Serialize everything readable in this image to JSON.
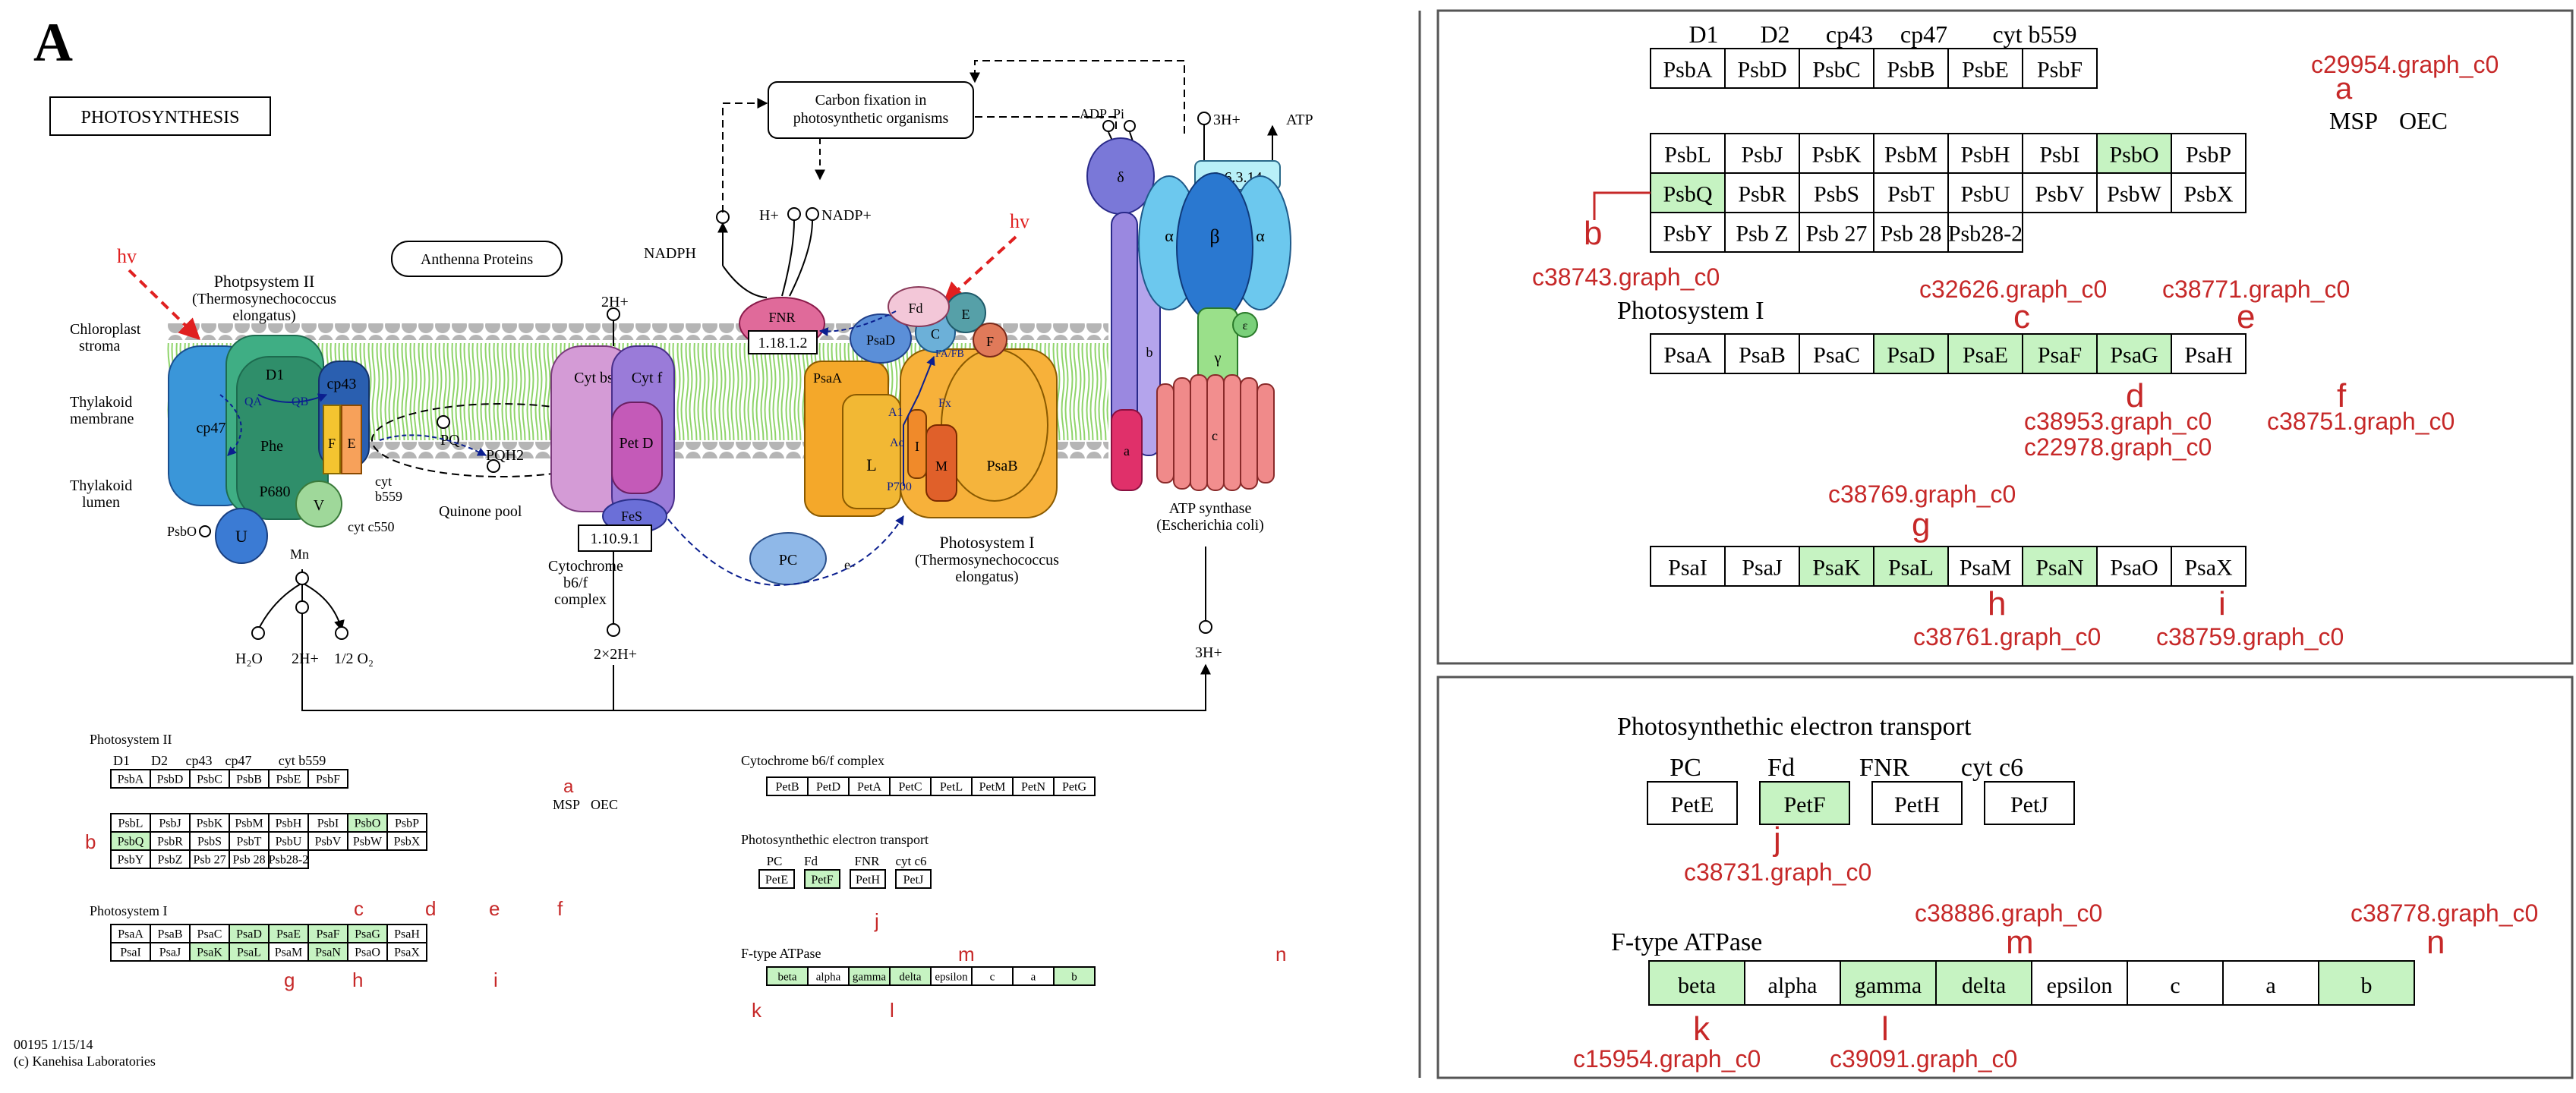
{
  "colors": {
    "highlight": "#c6f3c2",
    "red": "#c62828",
    "membrane_green": "#8fd46a",
    "dark_blue": "#0b1f8f"
  },
  "panel_label": "A",
  "map_title": "PHOTOSYNTHESIS",
  "footer": {
    "line1": "00195 1/15/14",
    "line2": "(c) Kanehisa Laboratories"
  },
  "pathway": {
    "hv": "hv",
    "labels": {
      "psii": "Photpsystem II",
      "psii_sub": "(Thermosynechococcus",
      "psii_sub2": "elongatus)",
      "stroma": "Chloroplast",
      "stroma2": "stroma",
      "thylakoid_membrane": "Thylakoid",
      "thylakoid_membrane2": "membrane",
      "thylakoid_lumen": "Thylakoid",
      "thylakoid_lumen2": "lumen",
      "antenna": "Anthenna Proteins",
      "carbon_fixation": "Carbon fixation in",
      "carbon_fixation2": "photosynthetic organisms",
      "nadph": "NADPH",
      "h_plus": "H+",
      "nadp_plus": "NADP+",
      "adp": "ADP",
      "pi": "Pi",
      "three_h": "3H+",
      "atp": "ATP",
      "two_h_top": "2H+",
      "two_h_bottom": "2×2H+",
      "three_h_bottom": "3H+",
      "h2o": "H₂O",
      "two_h_lumen": "2H+",
      "half_o2": "1/2 O₂",
      "quinone_pool": "Quinone pool",
      "pq": "PQ",
      "pqh2": "PQH2",
      "cyt_b6f": "Cytochrome",
      "cyt_b6f2": "b6/f",
      "cyt_b6f3": "complex",
      "psi": "Photosystem I",
      "psi_sub": "(Thermosynechococcus",
      "psi_sub2": "elongatus)",
      "atp_synthase": "ATP synthase",
      "atp_synthase2": "(Escherichia coli)",
      "ec_fnr": "1.18.1.2",
      "ec_cyt": "1.10.9.1",
      "ec_atp": "3.6.3.14",
      "fnr": "FNR",
      "fd": "Fd",
      "pc": "PC",
      "e_minus": "e-",
      "cyt_b559": "cyt",
      "cyt_b559_2": "b559",
      "cyt_c550": "cyt c550",
      "psbo": "PsbO",
      "mn": "Mn",
      "u": "U",
      "v": "V",
      "d1": "D1",
      "cp43": "cp43",
      "cp47": "cp47",
      "phe": "Phe",
      "p680": "P680",
      "qa": "QA",
      "qb": "QB",
      "f": "F",
      "e": "E",
      "cyt_bs": "Cyt bs",
      "cyt_f": "Cyt f",
      "pet_d": "Pet D",
      "fes": "FeS",
      "psaa": "PsaA",
      "psab": "PsaB",
      "psad": "PsaD",
      "psac": "C",
      "psae": "E",
      "psaf": "F",
      "psal": "L",
      "psam": "M",
      "psai": "I",
      "p700": "P700",
      "ao": "Ao",
      "a1": "A1",
      "fx": "Fx",
      "fa_fb": "FA/FB",
      "alpha": "α",
      "beta": "β",
      "gamma": "γ",
      "delta": "δ",
      "epsilon": "ε",
      "a_sub": "a",
      "b_sub": "b",
      "c_sub": "c"
    }
  },
  "small_tables": {
    "psii": {
      "title": "Photosystem II",
      "header1": [
        "D1",
        "D2",
        "cp43",
        "cp47",
        "cyt b559"
      ],
      "row1": [
        "PsbA",
        "PsbD",
        "PsbC",
        "PsbB",
        "PsbE",
        "PsbF"
      ],
      "header2": [
        "MSP",
        "OEC"
      ],
      "row2": [
        "PsbL",
        "PsbJ",
        "PsbK",
        "PsbM",
        "PsbH",
        "PsbI",
        "PsbO",
        "PsbP"
      ],
      "row3": [
        "PsbQ",
        "PsbR",
        "PsbS",
        "PsbT",
        "PsbU",
        "PsbV",
        "PsbW",
        "PsbX"
      ],
      "row4": [
        "PsbY",
        "PsbZ",
        "Psb 27",
        "Psb 28",
        "Psb28-2"
      ]
    },
    "psi": {
      "title": "Photosystem I",
      "row1": [
        "PsaA",
        "PsaB",
        "PsaC",
        "PsaD",
        "PsaE",
        "PsaF",
        "PsaG",
        "PsaH"
      ],
      "row2": [
        "PsaI",
        "PsaJ",
        "PsaK",
        "PsaL",
        "PsaM",
        "PsaN",
        "PsaO",
        "PsaX"
      ]
    },
    "cyt": {
      "title": "Cytochrome b6/f complex",
      "row": [
        "PetB",
        "PetD",
        "PetA",
        "PetC",
        "PetL",
        "PetM",
        "PetN",
        "PetG"
      ]
    },
    "pet": {
      "title": "Photosynthethic electron transport",
      "header": [
        "PC",
        "Fd",
        "FNR",
        "cyt c6"
      ],
      "row": [
        "PetE",
        "PetF",
        "PetH",
        "PetJ"
      ]
    },
    "atpase": {
      "title": "F-type ATPase",
      "row": [
        "beta",
        "alpha",
        "gamma",
        "delta",
        "epsilon",
        "c",
        "a",
        "b"
      ]
    },
    "letters": [
      "a",
      "b",
      "c",
      "d",
      "e",
      "f",
      "g",
      "h",
      "i",
      "j",
      "k",
      "l",
      "m",
      "n"
    ]
  },
  "zoom_top": {
    "psii_header1": [
      "D1",
      "D2",
      "cp43",
      "cp47",
      "cyt b559"
    ],
    "psii_row1": [
      "PsbA",
      "PsbD",
      "PsbC",
      "PsbB",
      "PsbE",
      "PsbF"
    ],
    "psii_header2": [
      "MSP",
      "OEC"
    ],
    "psii_row2": [
      "PsbL",
      "PsbJ",
      "PsbK",
      "PsbM",
      "PsbH",
      "PsbI",
      "PsbO",
      "PsbP"
    ],
    "psii_row3": [
      "PsbQ",
      "PsbR",
      "PsbS",
      "PsbT",
      "PsbU",
      "PsbV",
      "PsbW",
      "PsbX"
    ],
    "psii_row4": [
      "PsbY",
      "Psb Z",
      "Psb 27",
      "Psb 28",
      "Psb28-2"
    ],
    "psi_title": "Photosystem I",
    "psi_row1": [
      "PsaA",
      "PsaB",
      "PsaC",
      "PsaD",
      "PsaE",
      "PsaF",
      "PsaG",
      "PsaH"
    ],
    "psi_row2": [
      "PsaI",
      "PsaJ",
      "PsaK",
      "PsaL",
      "PsaM",
      "PsaN",
      "PsaO",
      "PsaX"
    ],
    "annotations": {
      "a_id": "c29954.graph_c0",
      "a": "a",
      "b_id": "c38743.graph_c0",
      "b": "b",
      "c_id": "c32626.graph_c0",
      "c": "c",
      "e_id": "c38771.graph_c0",
      "e": "e",
      "d_id1": "c38953.graph_c0",
      "d_id2": "c22978.graph_c0",
      "d": "d",
      "f_id": "c38751.graph_c0",
      "f": "f",
      "g_id": "c38769.graph_c0",
      "g": "g",
      "h_id": "c38761.graph_c0",
      "h": "h",
      "i_id": "c38759.graph_c0",
      "i": "i"
    }
  },
  "zoom_bottom": {
    "pet_title": "Photosynthethic electron transport",
    "pet_header": [
      "PC",
      "Fd",
      "FNR",
      "cyt c6"
    ],
    "pet_row": [
      "PetE",
      "PetF",
      "PetH",
      "PetJ"
    ],
    "atp_title": "F-type ATPase",
    "atp_row": [
      "beta",
      "alpha",
      "gamma",
      "delta",
      "epsilon",
      "c",
      "a",
      "b"
    ],
    "annotations": {
      "j_id": "c38731.graph_c0",
      "j": "j",
      "m_id": "c38886.graph_c0",
      "m": "m",
      "n_id": "c38778.graph_c0",
      "n": "n",
      "k_id": "c15954.graph_c0",
      "k": "k",
      "l_id": "c39091.graph_c0",
      "l": "l"
    }
  }
}
